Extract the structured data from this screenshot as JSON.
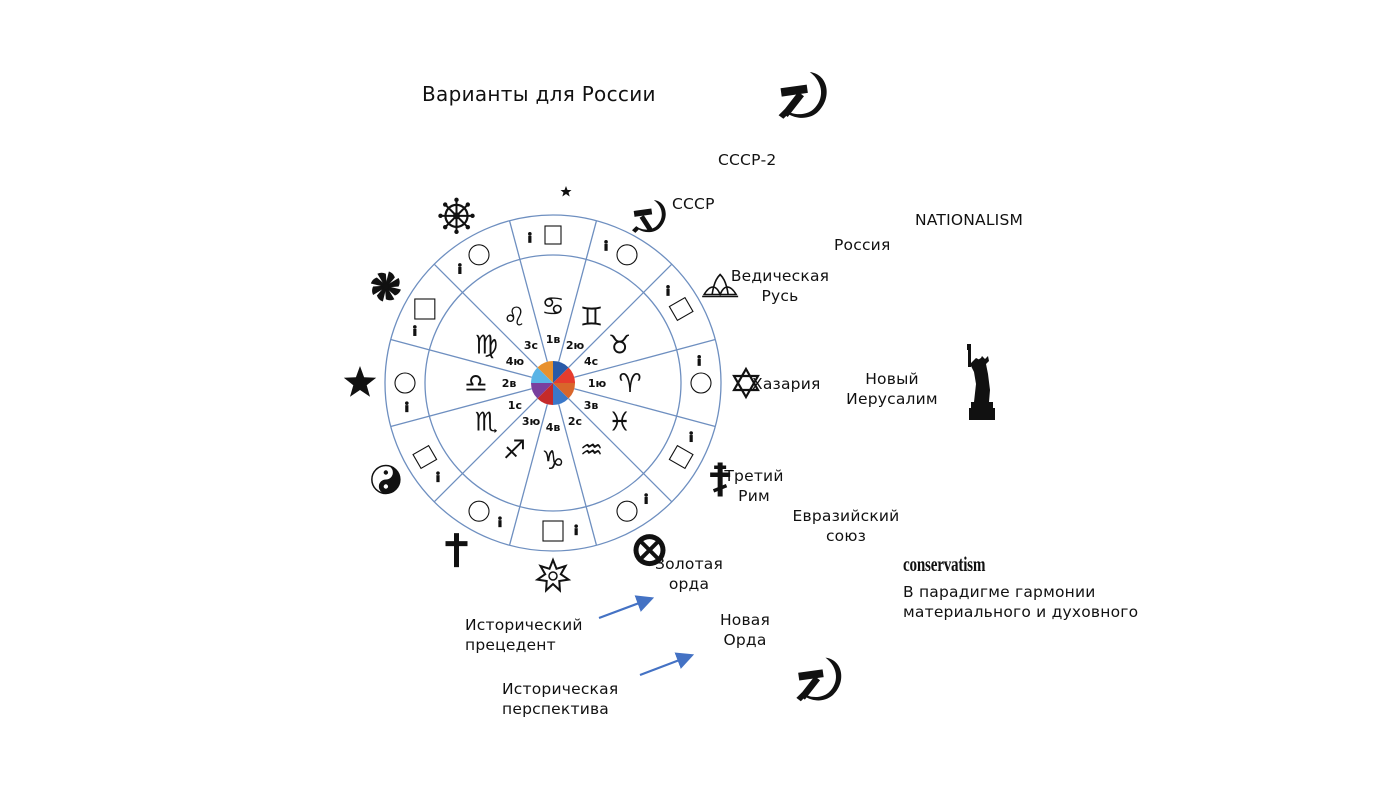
{
  "title": "Варианты для России",
  "labels": {
    "sssr2": "СССР-2",
    "sssr": "СССР",
    "nationalism": "NATIONALISM",
    "russia": "Россия",
    "vedic": [
      "Ведическая",
      "Русь"
    ],
    "khazaria": "Хазария",
    "new_jerusalem": [
      "Новый",
      "Иерусалим"
    ],
    "third_rome": [
      "Третий",
      "Рим"
    ],
    "eurasian": [
      "Евразийский",
      "союз"
    ],
    "golden_horde": [
      "Золотая",
      "орда"
    ],
    "new_horde": [
      "Новая",
      "Орда"
    ],
    "hist_precedent": [
      "Исторический",
      "прецедент"
    ],
    "hist_perspective": [
      "Историческая",
      "перспектива"
    ],
    "conservatism": "conservatism",
    "harmony": [
      "В парадигме гармонии",
      "материального и духовного"
    ]
  },
  "wheel": {
    "zodiac": [
      "♈",
      "♉",
      "♊",
      "♋",
      "♌",
      "♍",
      "♎",
      "♏",
      "♐",
      "♑",
      "♒",
      "♓"
    ],
    "inner_labels": [
      "1ю",
      "4с",
      "2ю",
      "1в",
      "3с",
      "4ю",
      "2в",
      "1с",
      "3ю",
      "4в",
      "2с",
      "3в"
    ],
    "outer_icons": [
      "star-of-david-icon",
      "lotus-icon",
      "hammer-sickle-icon",
      "crescent-star-icon",
      "dharma-wheel-icon",
      "kolovrat-icon",
      "five-point-star-icon",
      "yin-yang-icon",
      "latin-cross-icon",
      "seven-point-star-icon",
      "ring-cross-icon",
      "orthodox-cross-icon"
    ]
  },
  "colors": {
    "wheel_lines": "#6e8fc0",
    "arrow": "#4472c4",
    "ink": "#111111",
    "center": [
      "#e63c2e",
      "#2a5aa8",
      "#e8912e",
      "#5ab4e6",
      "#7a3f9e",
      "#c52a2a",
      "#3b78c9",
      "#d9662b"
    ]
  }
}
